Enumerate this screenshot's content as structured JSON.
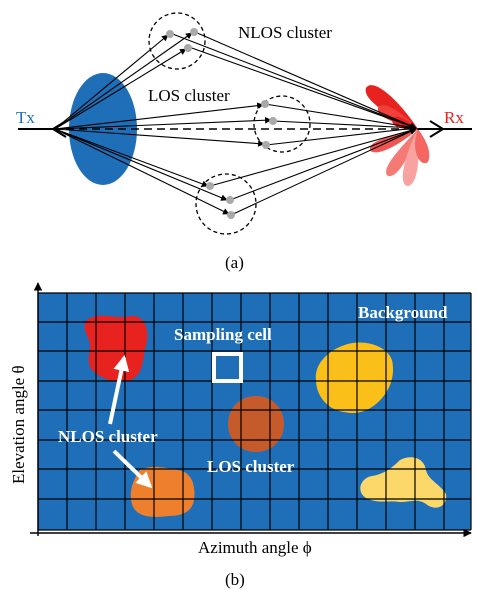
{
  "panel_a": {
    "tx_label": "Tx",
    "rx_label": "Rx",
    "nlos_cluster_label": "NLOS cluster",
    "los_cluster_label": "LOS cluster",
    "caption": "(a)",
    "colors": {
      "tx": "#1f6fb8",
      "rx": "#e8231f",
      "scatterer": "#a9a9a9"
    }
  },
  "panel_b": {
    "background_label": "Background",
    "sampling_cell_label": "Sampling cell",
    "nlos_cluster_label": "NLOS cluster",
    "los_cluster_label": "LOS cluster",
    "x_axis_label": "Azimuth angle ϕ",
    "y_axis_label": "Elevation angle θ",
    "caption": "(b)",
    "colors": {
      "background": "#1f6fb8",
      "nlos_red": "#e8231f",
      "nlos_orange": "#ee7f2d",
      "los": "#c55a2a",
      "yellow": "#fbbf1a",
      "light_yellow": "#fcd86b"
    }
  }
}
